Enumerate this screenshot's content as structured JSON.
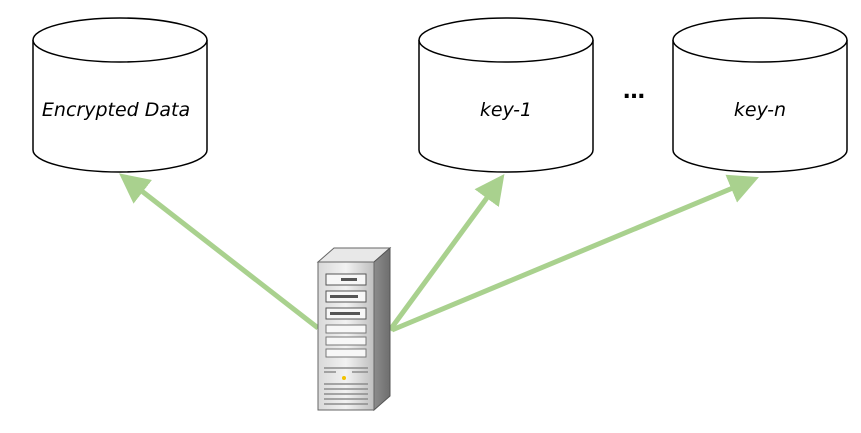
{
  "databases": [
    {
      "id": "encrypted-data",
      "label": "Encrypted Data"
    },
    {
      "id": "key-1",
      "label": "key-1"
    },
    {
      "id": "key-n",
      "label": "key-n"
    }
  ],
  "ellipsis": "…",
  "colors": {
    "arrow": "#a9d18e",
    "stroke": "#000000",
    "fill": "#ffffff"
  },
  "icons": {
    "server": "server-tower-icon"
  }
}
